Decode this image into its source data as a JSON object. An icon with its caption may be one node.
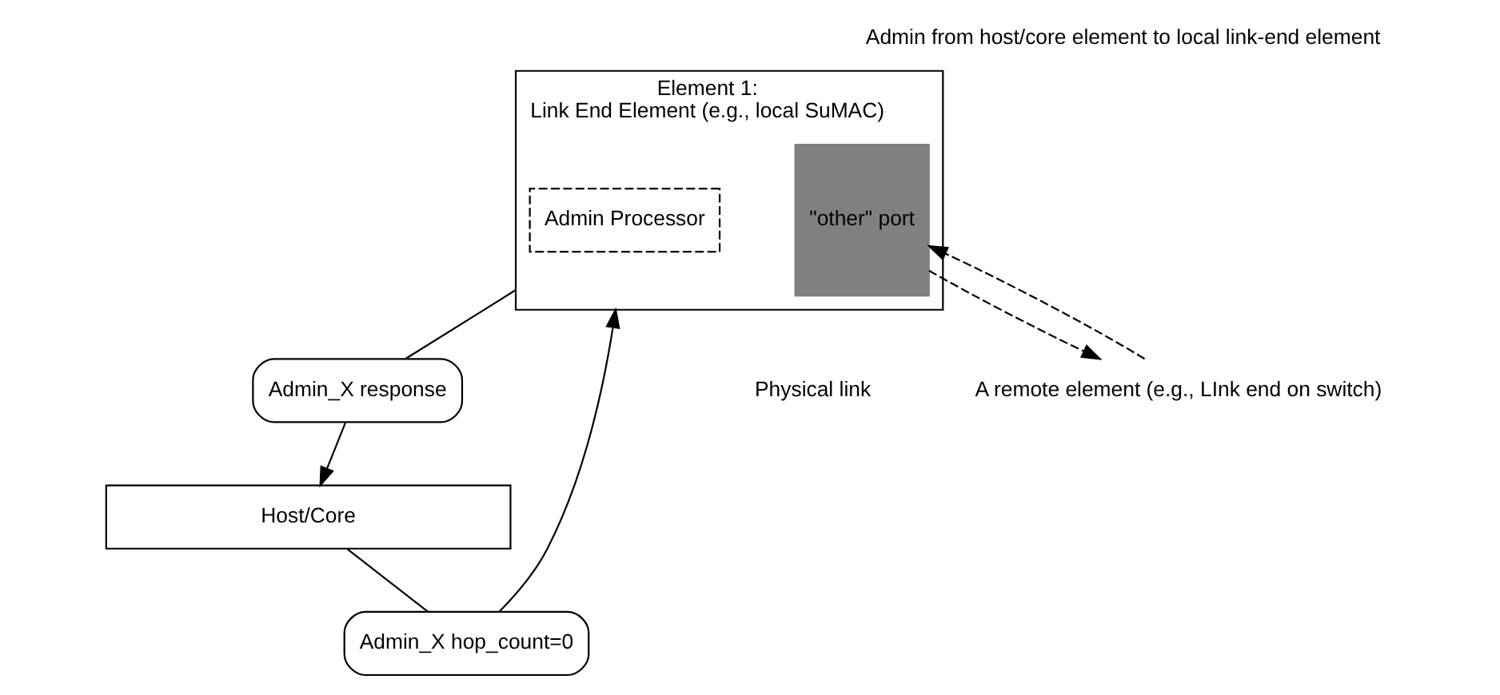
{
  "diagram": {
    "title": "Admin from host/core element to local link-end element",
    "nodes": [
      {
        "text": [
          "Host/Core"
        ]
      },
      {
        "text": [
          "Element 1:",
          "Link End Element (e.g., local SuMAC)"
        ]
      },
      {
        "text": [
          "Admin Processor"
        ],
        "in": 1
      },
      {
        "text": [
          "\"other\" port"
        ],
        "in": 1
      },
      {
        "text": [
          "Admin_X hop_count=0"
        ]
      },
      {
        "text": [
          "Admin_X response"
        ]
      },
      {
        "text": [
          "A remote element (e.g., LInk end on switch)"
        ]
      }
    ],
    "edges": [
      {
        "from": 0,
        "to": 4,
        "arrow": "none"
      },
      {
        "from": 4,
        "to": 1,
        "arrow": "to"
      },
      {
        "from": 1,
        "to": 5,
        "arrow": "none"
      },
      {
        "from": 5,
        "to": 0,
        "arrow": "to"
      },
      {
        "from": 6,
        "to": 3,
        "arrow": "to",
        "style": "dashed"
      },
      {
        "from": 3,
        "to": 6,
        "arrow": "to",
        "style": "dashed"
      }
    ],
    "labels": [
      "Physical link"
    ]
  }
}
